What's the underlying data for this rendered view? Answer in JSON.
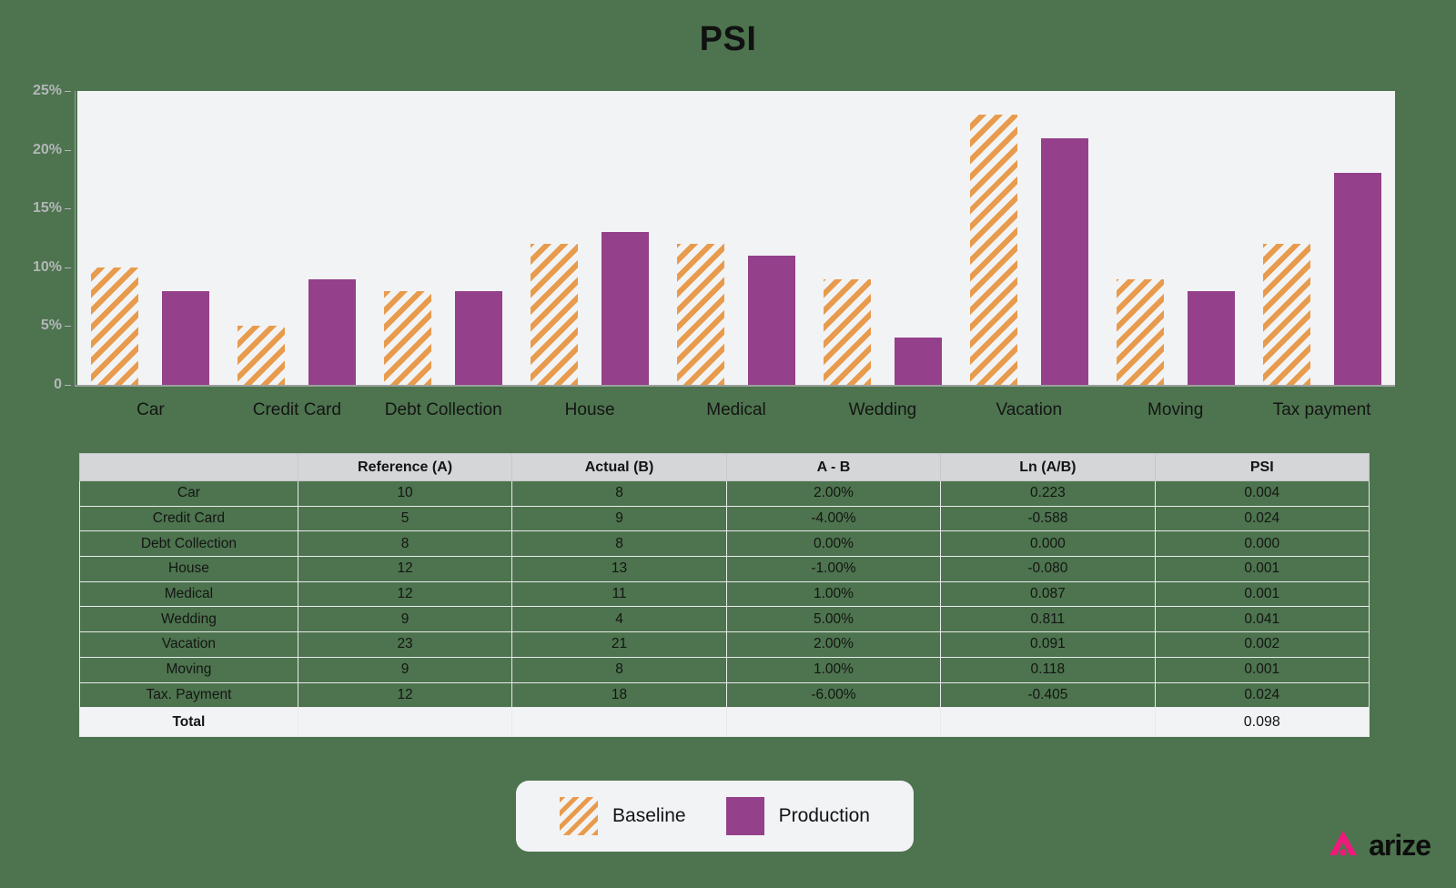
{
  "chart_data": {
    "type": "bar",
    "title": "PSI",
    "xlabel": "",
    "ylabel": "",
    "ylim": [
      0,
      25
    ],
    "yticks": [
      0,
      5,
      10,
      15,
      20,
      25
    ],
    "ytick_labels": [
      "0",
      "5%",
      "10%",
      "15%",
      "20%",
      "25%"
    ],
    "grid": "alternating-horizontal-bands",
    "legend_position": "bottom-center",
    "categories": [
      "Car",
      "Credit Card",
      "Debt Collection",
      "House",
      "Medical",
      "Wedding",
      "Vacation",
      "Moving",
      "Tax payment"
    ],
    "series": [
      {
        "name": "Baseline",
        "color": "#e89b4c",
        "style": "hatched",
        "values": [
          10,
          5,
          8,
          12,
          12,
          9,
          23,
          9,
          12
        ]
      },
      {
        "name": "Production",
        "color": "#94408a",
        "style": "solid",
        "values": [
          8,
          9,
          8,
          13,
          11,
          4,
          21,
          8,
          18
        ]
      }
    ]
  },
  "title": "PSI",
  "yAxis": {
    "ticks": [
      {
        "label": "25%",
        "value": 25
      },
      {
        "label": "20%",
        "value": 20
      },
      {
        "label": "15%",
        "value": 15
      },
      {
        "label": "10%",
        "value": 10
      },
      {
        "label": "5%",
        "value": 5
      },
      {
        "label": "0",
        "value": 0
      }
    ]
  },
  "table": {
    "headers": [
      "",
      "Reference (A)",
      "Actual (B)",
      "A - B",
      "Ln (A/B)",
      "PSI"
    ],
    "rows": [
      {
        "label": "Car",
        "reference": "10",
        "actual": "8",
        "diff": "2.00%",
        "ln": "0.223",
        "psi": "0.004"
      },
      {
        "label": "Credit Card",
        "reference": "5",
        "actual": "9",
        "diff": "-4.00%",
        "ln": "-0.588",
        "psi": "0.024"
      },
      {
        "label": "Debt Collection",
        "reference": "8",
        "actual": "8",
        "diff": "0.00%",
        "ln": "0.000",
        "psi": "0.000"
      },
      {
        "label": "House",
        "reference": "12",
        "actual": "13",
        "diff": "-1.00%",
        "ln": "-0.080",
        "psi": "0.001"
      },
      {
        "label": "Medical",
        "reference": "12",
        "actual": "11",
        "diff": "1.00%",
        "ln": "0.087",
        "psi": "0.001"
      },
      {
        "label": "Wedding",
        "reference": "9",
        "actual": "4",
        "diff": "5.00%",
        "ln": "0.811",
        "psi": "0.041"
      },
      {
        "label": "Vacation",
        "reference": "23",
        "actual": "21",
        "diff": "2.00%",
        "ln": "0.091",
        "psi": "0.002"
      },
      {
        "label": "Moving",
        "reference": "9",
        "actual": "8",
        "diff": "1.00%",
        "ln": "0.118",
        "psi": "0.001"
      },
      {
        "label": "Tax. Payment",
        "reference": "12",
        "actual": "18",
        "diff": "-6.00%",
        "ln": "-0.405",
        "psi": "0.024"
      }
    ],
    "total": {
      "label": "Total",
      "reference": "",
      "actual": "",
      "diff": "",
      "ln": "",
      "psi": "0.098"
    }
  },
  "legend": {
    "items": [
      {
        "label": "Baseline",
        "swatch": "hatched-orange"
      },
      {
        "label": "Production",
        "swatch": "solid-purple"
      }
    ]
  },
  "logo": {
    "wordmark": "arize",
    "mark": "arize-chevron-icon"
  },
  "colors": {
    "background": "#4d744e",
    "band": "#f2f3f5",
    "baseline": "#e89b4c",
    "production": "#94408a",
    "header": "#d4d6d8",
    "logo_pink": "#ef1a7c"
  }
}
